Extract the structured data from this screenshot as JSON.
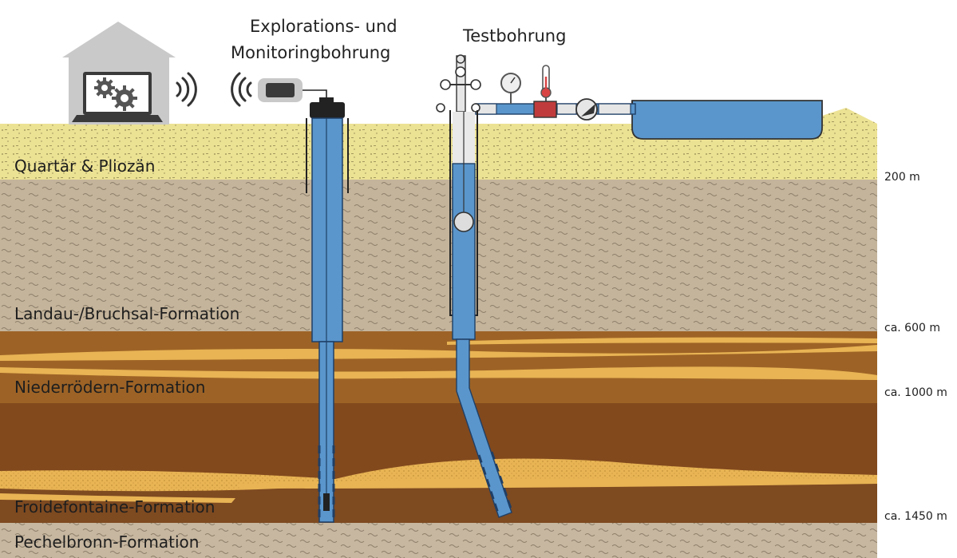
{
  "titles": {
    "exploration_line1": "Explorations- und",
    "exploration_line2": "Monitoringbohrung",
    "test": "Testbohrung"
  },
  "layers": [
    {
      "name": "Quartär & Pliozän",
      "color": "#ece294"
    },
    {
      "name": "Landau-/Bruchsal-Formation",
      "color": "#c4b49b"
    },
    {
      "name": "Niederrödern-Formation",
      "color": "#9d6326"
    },
    {
      "name": "Froidefontaine-Formation",
      "color": "#7e4a20"
    },
    {
      "name": "Pechelbronn-Formation",
      "color": "#c7b7a0"
    }
  ],
  "depths": [
    "200 m",
    "ca. 600 m",
    "ca. 1000 m",
    "ca. 1450 m"
  ],
  "colors": {
    "water": "#5a96cc",
    "pipe_outline": "#1f3f66",
    "sand_lens": "#e8b454",
    "house": "#c9c9c9",
    "laptop": "#3a3a3a"
  },
  "icons": [
    "house-icon",
    "laptop-icon",
    "gear-icon",
    "wireless-signal-icon",
    "sensor-device-icon",
    "valve-icon",
    "pressure-gauge-icon",
    "thermometer-icon",
    "pump-icon",
    "flowmeter-icon",
    "storage-tank-icon"
  ]
}
